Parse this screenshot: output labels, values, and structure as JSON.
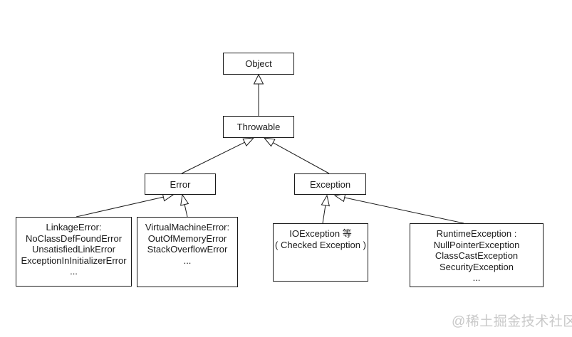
{
  "nodes": {
    "object": {
      "label": "Object"
    },
    "throwable": {
      "label": "Throwable"
    },
    "error": {
      "label": "Error"
    },
    "exception": {
      "label": "Exception"
    },
    "linkage": {
      "lines": [
        "LinkageError:",
        "NoClassDefFoundError",
        "UnsatisfiedLinkError",
        "ExceptionInInitializerError",
        "..."
      ]
    },
    "vm": {
      "lines": [
        "VirtualMachineError:",
        "OutOfMemoryError",
        "StackOverflowError",
        "..."
      ]
    },
    "io": {
      "lines": [
        "IOException 等",
        "( Checked Exception )"
      ]
    },
    "runtime": {
      "lines": [
        "RuntimeException :",
        "NullPointerException",
        "ClassCastException",
        "SecurityException",
        "..."
      ]
    }
  },
  "watermark": "@稀土掘金技术社区",
  "colors": {
    "line": "#1a1a1a",
    "text": "#1a1a1a",
    "background": "#ffffff",
    "watermark": "#c9c9c9"
  }
}
